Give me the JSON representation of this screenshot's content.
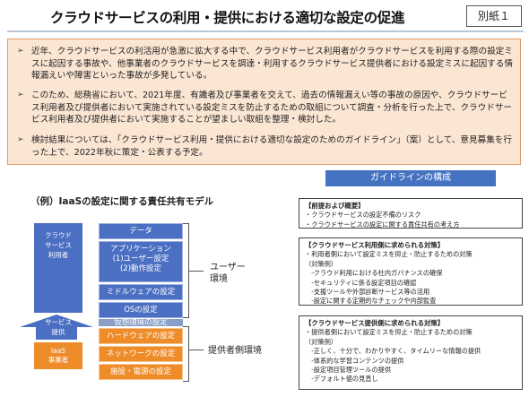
{
  "title": "クラウドサービスの利用・提供における適切な設定の促進",
  "badge": "別紙１",
  "summary": {
    "bullets": [
      "近年、クラウドサービスの利活用が急激に拡大する中で、クラウドサービス利用者がクラウドサービスを利用する際の設定ミスに起因する事故や、他事業者のクラウドサービスを調達・利用するクラウドサービス提供者における設定ミスに起因する情報漏えいや障害といった事故が多発している。",
      "このため、総務省において、2021年度、有識者及び事業者を交えて、過去の情報漏えい等の事故の原因や、クラウドサービス利用者及び提供者において実施されている設定ミスを防止するための取組について調査・分析を行った上で、クラウドサービス利用者及び提供者において実施することが望ましい取組を整理・検討した。",
      "検討結果については、「クラウドサービス利用・提供における適切な設定のためのガイドライン」（案）として、意見募集を行った上で、2022年秋に策定・公表する予定。"
    ]
  },
  "diagram": {
    "title": "（例）IaaSの設定に関する責任共有モデル",
    "user_label_left": "クラウド\nサービス\n利用者",
    "service_arrow": "サービス\n提供",
    "iaas_label": "IaaS\n事業者",
    "layers_user": [
      "データ",
      "アプリケーション\n(1)ユーザー設定\n(2)動作設定",
      "ミドルウェアの設定",
      "OSの設定"
    ],
    "layer_hidden": "仮想環境の設定",
    "layers_provider": [
      "ハードウェアの設定",
      "ネットワークの設定",
      "施設・電源の設定"
    ],
    "user_env": "ユーザー\n環境",
    "provider_env": "提供者側環境"
  },
  "guideline": {
    "heading": "ガイドラインの構成",
    "boxes": [
      {
        "head": "【前提および概要】",
        "lines": [
          "・クラウドサービスの設定不備のリスク",
          "・クラウドサービスの設定に関する責任共有の考え方"
        ]
      },
      {
        "head": "【クラウドサービス利用側に求められる対策】",
        "lines": [
          "・利用者側において設定ミスを抑止・防止するための対策",
          "（対策例）",
          "　-クラウド利用における社内ガバナンスの確保",
          "　-セキュリティに係る設定項目の確認",
          "　-支援ツールや外部診断サービス等の活用",
          "　-設定に関する定期的なチェックや内部監査"
        ]
      },
      {
        "head": "【クラウドサービス提供側に求められる対策】",
        "lines": [
          "・提供者側において設定ミスを抑止・防止するための対策",
          "（対策例）",
          "　-正しく、十分で、わかりやすく、タイムリーな情報の提供",
          "　-体系的な学習コンテンツの提供",
          "　-設定項目管理ツールの提供",
          "　-デフォルト値の見直し"
        ]
      }
    ]
  },
  "colors": {
    "accent_blue": "#4673c1",
    "accent_orange": "#ef8c2a",
    "summary_bg": "#fbe6d3"
  }
}
